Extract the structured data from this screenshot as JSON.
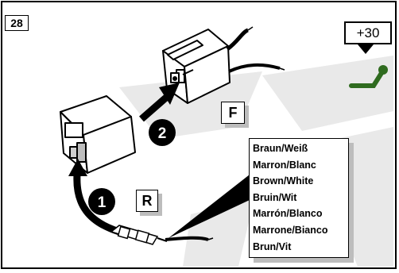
{
  "step_number": "28",
  "voltage_label": "+30",
  "labels": {
    "f": "F",
    "r": "R"
  },
  "steps": [
    "1",
    "2"
  ],
  "wire_colors": [
    "Braun/Weiß",
    "Marron/Blanc",
    "Brown/White",
    "Bruin/Wit",
    "Marrón/Blanco",
    "Marrone/Bianco",
    "Brun/Vit"
  ],
  "colors": {
    "terminal_symbol": "#2f6b1f",
    "watermark": "#e6e6e6",
    "frame": "#000000"
  }
}
